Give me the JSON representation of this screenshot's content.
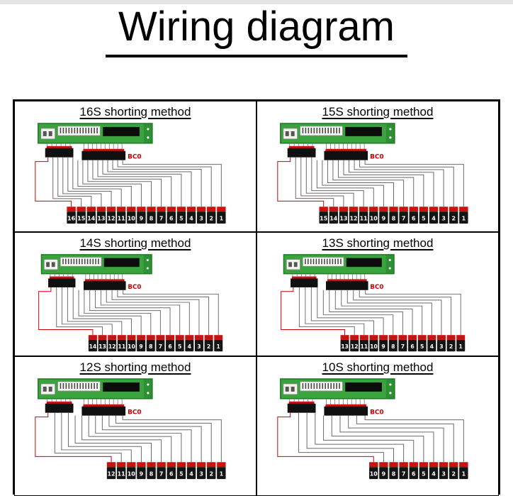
{
  "page": {
    "title": "Wiring diagram"
  },
  "colors": {
    "pcb_green": "#3aa33e",
    "pcb_green_dark": "#1f7a24",
    "pin_red": "#cc1111",
    "cell_black": "#141414",
    "wire_gray": "#6a6a6a",
    "bc_red": "#cc0000",
    "border_black": "#000000"
  },
  "panels": [
    {
      "id": "panel-16s",
      "title": "16S shorting method",
      "bc_label": "BC0",
      "cell_count": 16,
      "cell_numbers": [
        16,
        15,
        14,
        13,
        12,
        11,
        10,
        9,
        8,
        7,
        6,
        5,
        4,
        3,
        2,
        1
      ]
    },
    {
      "id": "panel-15s",
      "title": "15S shorting method",
      "bc_label": "BC0",
      "cell_count": 15,
      "cell_numbers": [
        15,
        14,
        13,
        12,
        11,
        10,
        9,
        8,
        7,
        6,
        5,
        4,
        3,
        2,
        1
      ]
    },
    {
      "id": "panel-14s",
      "title": "14S shorting method",
      "bc_label": "BC0",
      "cell_count": 14,
      "cell_numbers": [
        14,
        13,
        12,
        11,
        10,
        9,
        8,
        7,
        6,
        5,
        4,
        3,
        2,
        1
      ]
    },
    {
      "id": "panel-13s",
      "title": "13S shorting method",
      "bc_label": "BC0",
      "cell_count": 13,
      "cell_numbers": [
        13,
        12,
        11,
        10,
        9,
        8,
        7,
        6,
        5,
        4,
        3,
        2,
        1
      ]
    },
    {
      "id": "panel-12s",
      "title": "12S shorting method",
      "bc_label": "BC0",
      "cell_count": 12,
      "cell_numbers": [
        12,
        11,
        10,
        9,
        8,
        7,
        6,
        5,
        4,
        3,
        2,
        1
      ]
    },
    {
      "id": "panel-10s",
      "title": "10S shorting method",
      "bc_label": "BC0",
      "cell_count": 10,
      "cell_numbers": [
        10,
        9,
        8,
        7,
        6,
        5,
        4,
        3,
        2,
        1
      ]
    }
  ]
}
